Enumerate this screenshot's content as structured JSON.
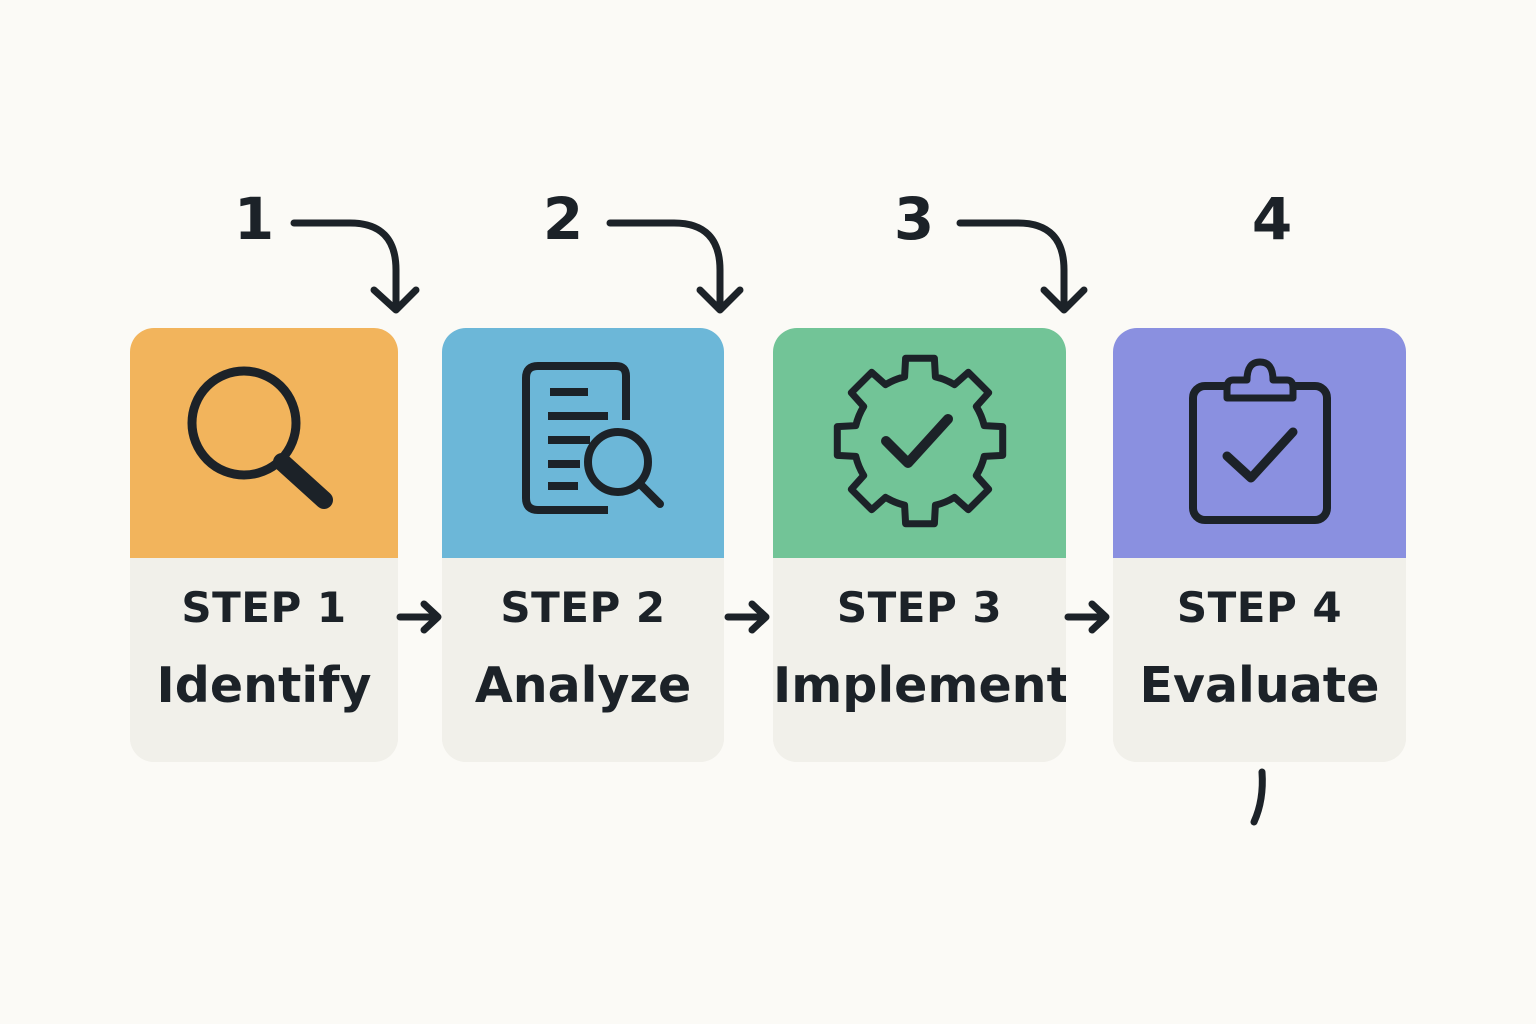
{
  "steps": [
    {
      "number": "1",
      "label": "STEP 1",
      "name": "Identify",
      "icon": "magnifier-icon",
      "color": "#f2b45c"
    },
    {
      "number": "2",
      "label": "STEP 2",
      "name": "Analyze",
      "icon": "document-search-icon",
      "color": "#6cb7d8"
    },
    {
      "number": "3",
      "label": "STEP 3",
      "name": "Implement",
      "icon": "gear-check-icon",
      "color": "#72c497"
    },
    {
      "number": "4",
      "label": "STEP 4",
      "name": "Evaluate",
      "icon": "clipboard-check-icon",
      "color": "#8a90e0"
    }
  ],
  "colors": {
    "background": "#fbfaf6",
    "ink": "#1c2228",
    "card_bottom": "#f1f0ea"
  }
}
